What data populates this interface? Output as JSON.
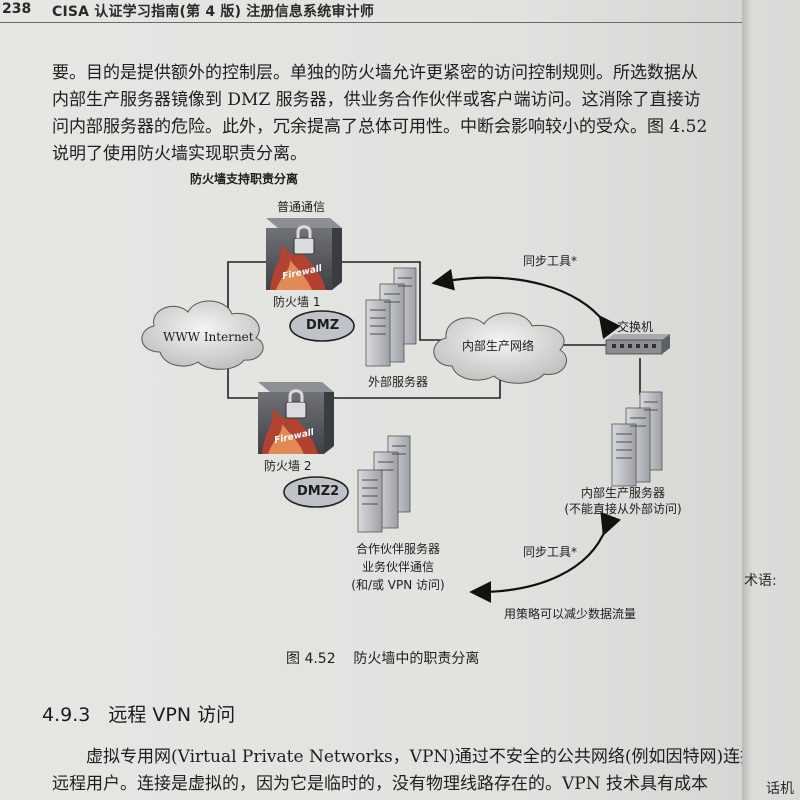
{
  "header": {
    "page_number": "238",
    "running_title": "CISA 认证学习指南(第 4 版) 注册信息系统审计师"
  },
  "paragraph1": {
    "lines": [
      "要。目的是提供额外的控制层。单独的防火墙允许更紧密的访问控制规则。所选数据从",
      "内部生产服务器镜像到 DMZ 服务器，供业务合作伙伴或客户端访问。这消除了直接访",
      "问内部服务器的危险。此外，冗余提高了总体可用性。中断会影响较小的受众。图 4.52",
      "说明了使用防火墙实现职责分离。"
    ]
  },
  "diagram": {
    "title": "防火墙支持职责分离",
    "label_normal_traffic": "普通通信",
    "firewall_brand": "Firewall",
    "label_firewall1": "防火墙 1",
    "label_firewall2": "防火墙 2",
    "label_dmz": "DMZ",
    "label_dmz2": "DMZ2",
    "label_internet": "WWW Internet",
    "label_external_servers": "外部服务器",
    "label_internal_network": "内部生产网络",
    "label_switch": "交换机",
    "label_sync_tool_top": "同步工具*",
    "label_sync_tool_bottom": "同步工具*",
    "label_internal_servers": "内部生产服务器",
    "label_internal_servers_note": "(不能直接从外部访问)",
    "label_partner_servers": "合作伙伴服务器",
    "label_partner_comm": "业务伙伴通信",
    "label_partner_vpn": "(和/或 VPN 访问)",
    "label_policy_note": "用策略可以减少数据流量"
  },
  "caption": "图 4.52    防火墙中的职责分离",
  "section": {
    "number": "4.9.3",
    "title": "远程 VPN 访问"
  },
  "paragraph2": {
    "lines": [
      "虚拟专用网(Virtual Private Networks，VPN)通过不安全的公共网络(例如因特网)连接",
      "远程用户。连接是虚拟的，因为它是临时的，没有物理线路存在的。VPN 技术具有成本"
    ]
  },
  "next_page": {
    "term_label": "术语:",
    "bottom_text": "话机"
  },
  "colors": {
    "paper": "#e3e3e0",
    "ink": "#1e1e1e",
    "firewall_red": "#b8412e",
    "dmz_fill": "#bfc3c9"
  }
}
